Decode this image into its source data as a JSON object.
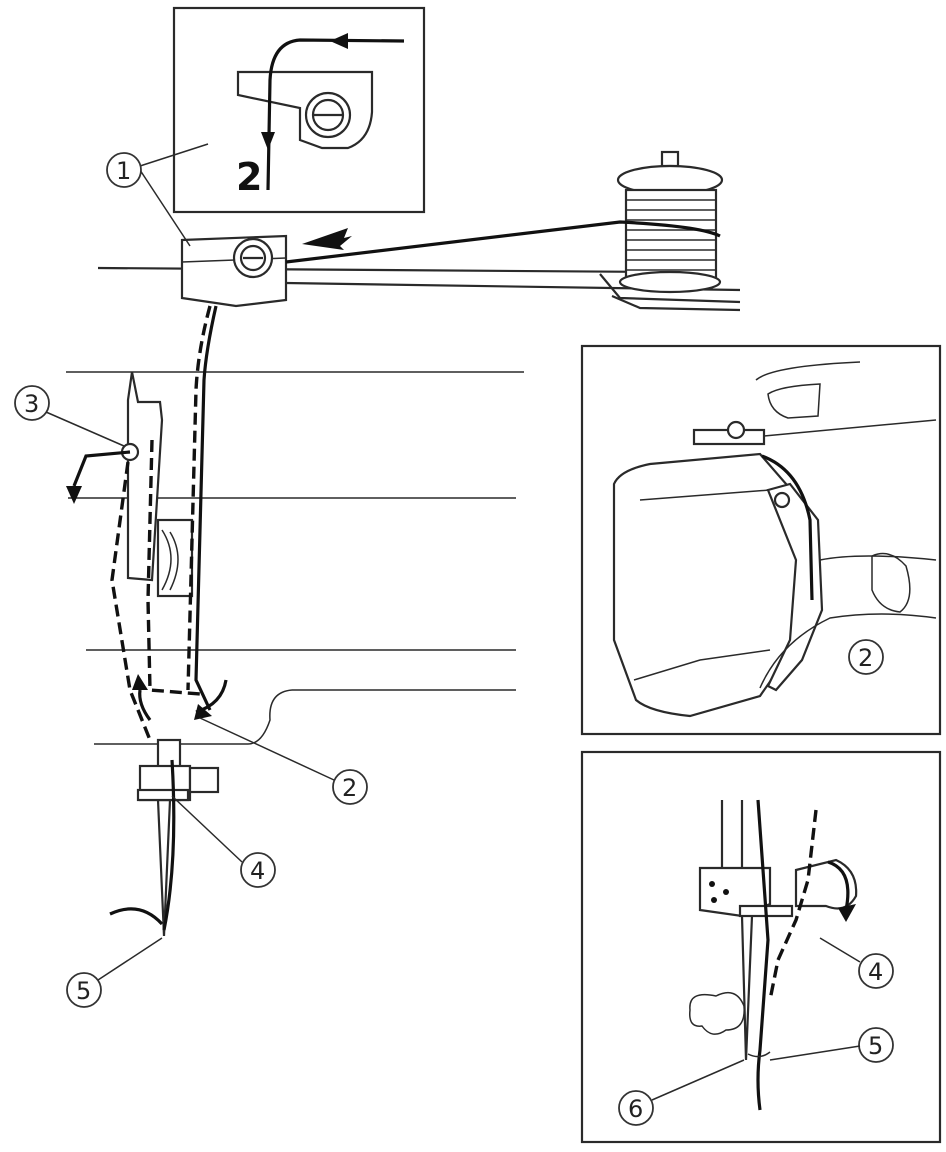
{
  "diagram": {
    "main": {
      "labels": {
        "guide_upper": "1",
        "take_up": "2",
        "guide_lower": "3",
        "needle_bar_guide": "4",
        "needle": "5"
      }
    },
    "inset_top": {
      "step_label": "2"
    },
    "inset_right_top": {
      "labels": {
        "take_up": "2"
      }
    },
    "inset_right_bottom": {
      "labels": {
        "needle_bar_guide": "4",
        "needle_eye": "5",
        "hook": "6"
      }
    }
  }
}
